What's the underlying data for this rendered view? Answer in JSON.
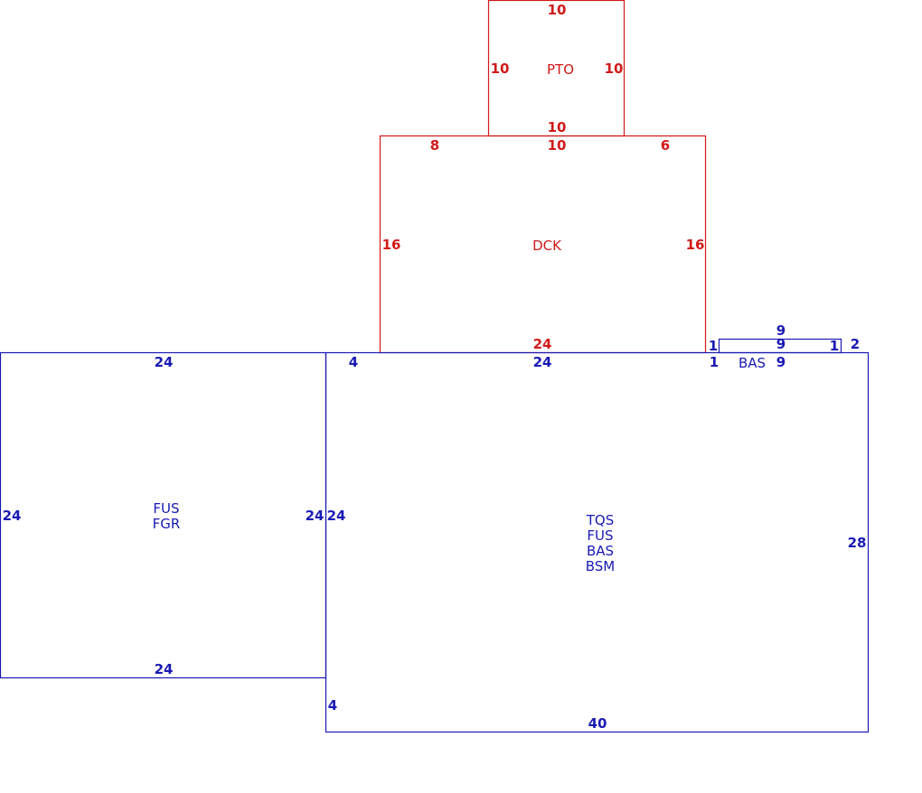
{
  "colors": {
    "upper_level": "#d11a1a",
    "main_level": "#1a1ab4"
  },
  "areas": {
    "pto": {
      "codes": [
        "PTO"
      ],
      "dims": {
        "top": "10",
        "left": "10",
        "right": "10",
        "bottom": "10"
      }
    },
    "dck": {
      "codes": [
        "DCK"
      ],
      "dims": {
        "top_left": "8",
        "top_mid": "10",
        "top_right": "6",
        "left": "16",
        "right": "16",
        "bottom": "24"
      }
    },
    "fus_fgr": {
      "codes": [
        "FUS",
        "FGR"
      ],
      "dims": {
        "top": "24",
        "left": "24",
        "right": "24",
        "bottom": "24"
      }
    },
    "main": {
      "codes": [
        "TQS",
        "FUS",
        "BAS",
        "BSM"
      ],
      "dims": {
        "top_offset": "4",
        "top": "24",
        "top_right_offset": "1",
        "left": "24",
        "right": "28",
        "bottom": "40",
        "bottom_left_offset": "4"
      }
    },
    "bas_bump": {
      "codes": [
        "BAS"
      ],
      "dims": {
        "top": "9",
        "inner_top": "9",
        "bottom": "9",
        "left": "1",
        "right": "1",
        "side": "2"
      }
    }
  }
}
